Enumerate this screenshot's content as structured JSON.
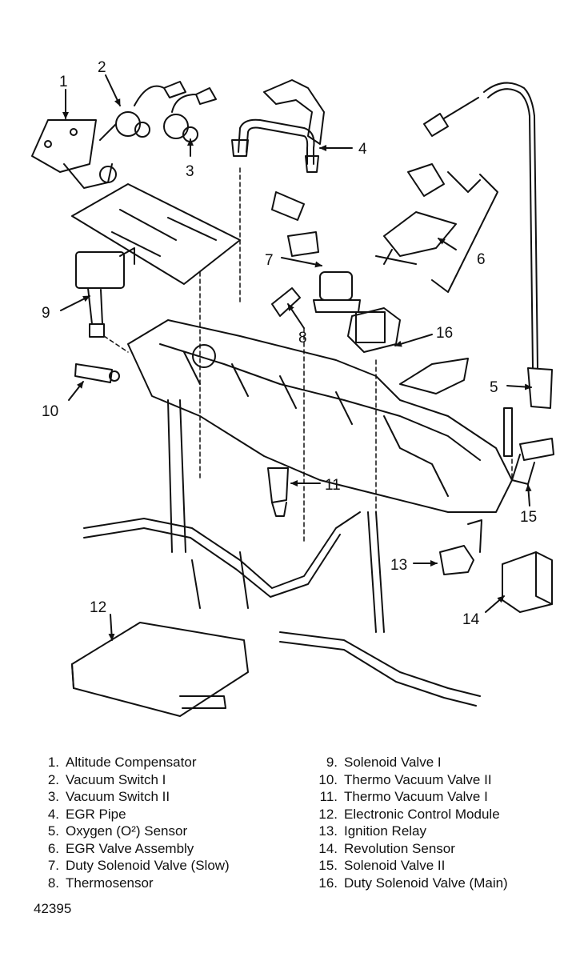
{
  "callouts": [
    "1",
    "2",
    "3",
    "4",
    "5",
    "6",
    "7",
    "8",
    "9",
    "10",
    "11",
    "12",
    "13",
    "14",
    "15",
    "16"
  ],
  "legend_left": [
    {
      "num": "1.",
      "text": "Altitude Compensator"
    },
    {
      "num": "2.",
      "text": "Vacuum Switch I"
    },
    {
      "num": "3.",
      "text": "Vacuum Switch II"
    },
    {
      "num": "4.",
      "text": "EGR Pipe"
    },
    {
      "num": "5.",
      "text": "Oxygen (O²) Sensor"
    },
    {
      "num": "6.",
      "text": "EGR Valve Assembly"
    },
    {
      "num": "7.",
      "text": "Duty Solenoid Valve (Slow)"
    },
    {
      "num": "8.",
      "text": "Thermosensor"
    }
  ],
  "legend_right": [
    {
      "num": "9.",
      "text": "Solenoid Valve I"
    },
    {
      "num": "10.",
      "text": "Thermo Vacuum Valve II"
    },
    {
      "num": "11.",
      "text": "Thermo Vacuum Valve I"
    },
    {
      "num": "12.",
      "text": "Electronic Control Module"
    },
    {
      "num": "13.",
      "text": "Ignition Relay"
    },
    {
      "num": "14.",
      "text": "Revolution Sensor"
    },
    {
      "num": "15.",
      "text": "Solenoid Valve II"
    },
    {
      "num": "16.",
      "text": "Duty Solenoid Valve (Main)"
    }
  ],
  "figure_code": "42395"
}
